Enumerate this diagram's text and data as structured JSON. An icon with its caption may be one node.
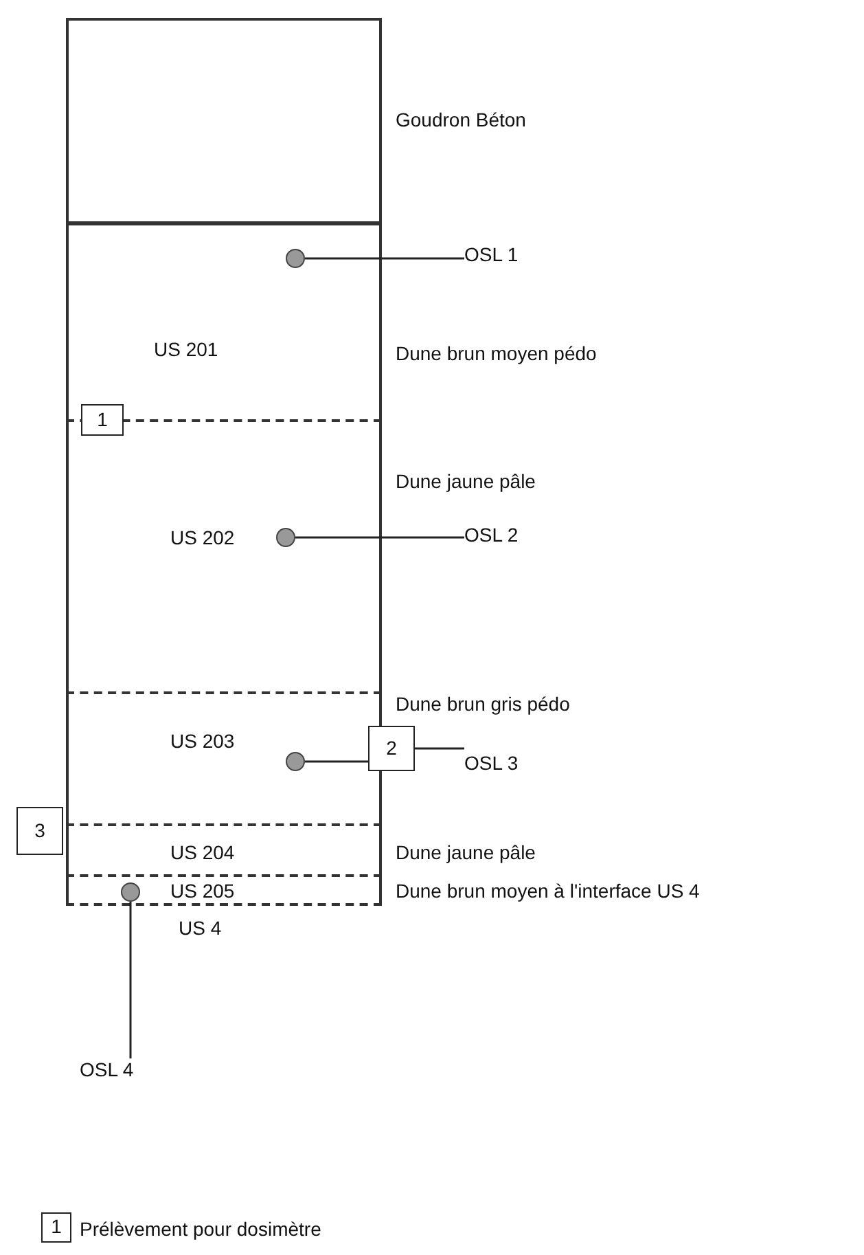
{
  "diagram": {
    "nodes": [
      {
        "text": [],
        "shape": "box",
        "beside": [
          "Goudron Béton"
        ]
      },
      {
        "text": [
          "US 201"
        ],
        "beside": [
          "Dune brun moyen pédo"
        ]
      },
      {
        "text": [
          "US 202"
        ],
        "beside": [
          "Dune jaune pâle"
        ]
      },
      {
        "text": [
          "US 203"
        ],
        "beside": [
          "Dune brun gris pédo"
        ]
      },
      {
        "text": [
          "US 204"
        ],
        "beside": [
          "Dune jaune pâle"
        ]
      },
      {
        "text": [
          "US 205"
        ],
        "beside": [
          "Dune brun moyen à l'interface US 4"
        ]
      },
      {
        "text": [],
        "shape": "circle",
        "in": 1
      },
      {
        "text": [
          "OSL 1"
        ]
      },
      {
        "text": [
          "1"
        ],
        "in": 1
      },
      {
        "text": [],
        "shape": "circle",
        "in": 2
      },
      {
        "text": [
          "OSL 2"
        ]
      },
      {
        "text": [],
        "shape": "circle",
        "in": 3
      },
      {
        "text": [
          "2"
        ]
      },
      {
        "text": [
          "OSL 3"
        ]
      },
      {
        "text": [
          "3"
        ]
      },
      {
        "text": [],
        "shape": "circle",
        "in": 5
      },
      {
        "text": [
          "OSL 4"
        ]
      }
    ],
    "edges": [
      {
        "from": 6,
        "to": 7,
        "arrow": "none"
      },
      {
        "from": 9,
        "to": 10,
        "arrow": "none"
      },
      {
        "from": 11,
        "to": 12,
        "arrow": "none"
      },
      {
        "from": 12,
        "to": 13,
        "arrow": "none"
      },
      {
        "from": 15,
        "to": 16,
        "arrow": "none"
      }
    ],
    "labels": [
      "US 4",
      "1"
    ],
    "legend": [
      {
        "text": "Prélèvement pour dosimètre"
      }
    ]
  }
}
